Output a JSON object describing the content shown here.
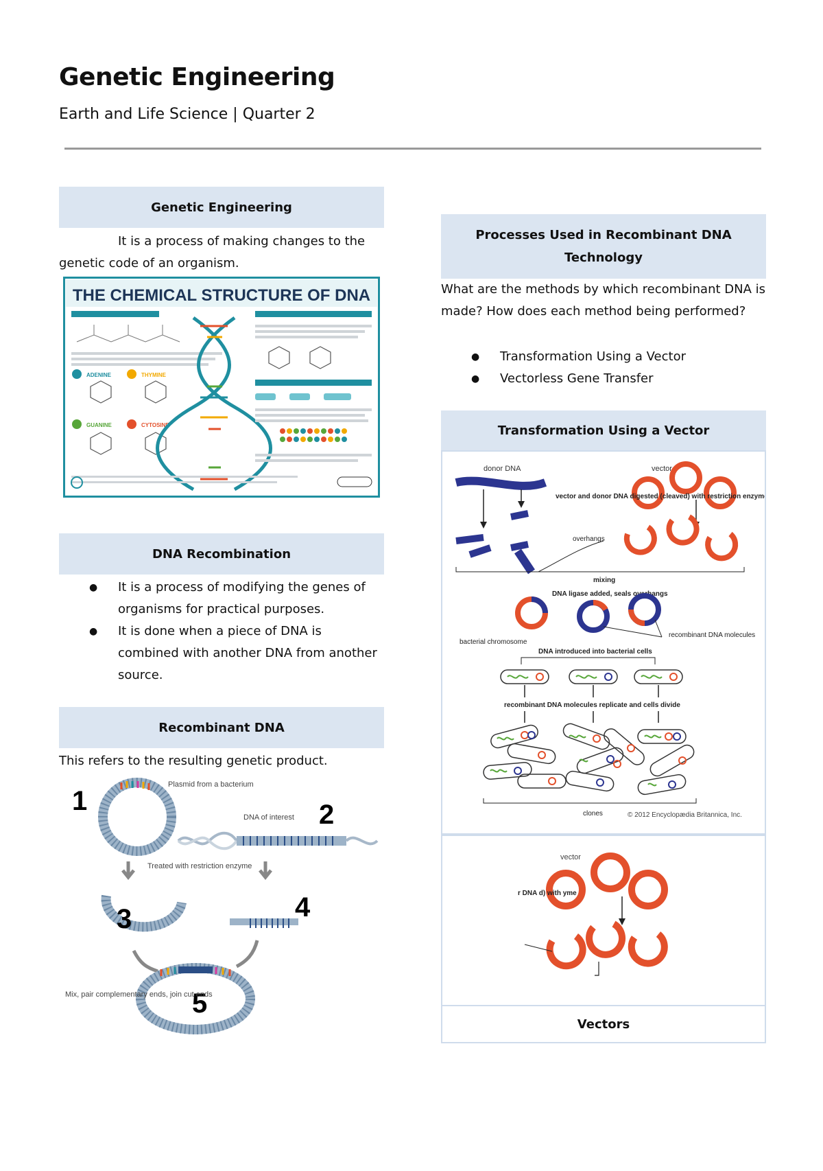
{
  "header": {
    "title": "Genetic Engineering",
    "subtitle": "Earth and Life Science | Quarter 2"
  },
  "left": {
    "genetic_engineering": {
      "heading": "Genetic Engineering",
      "text": "It is a process of making changes to the genetic code of an organism."
    },
    "dna_poster": {
      "title": "THE CHEMICAL STRUCTURE OF DNA",
      "labels": [
        "ADENINE",
        "THYMINE",
        "GUANINE",
        "CYTOSINE"
      ]
    },
    "dna_recombination": {
      "heading": "DNA Recombination",
      "bullets": [
        "It is a process of modifying the genes of organisms for practical purposes.",
        "It is done when a piece of DNA is combined with another DNA from another source."
      ]
    },
    "recombinant_dna": {
      "heading": "Recombinant DNA",
      "text": "This refers to the resulting genetic product.",
      "diagram": {
        "step_numbers": [
          "1",
          "2",
          "3",
          "4",
          "5"
        ],
        "plasmid_label": "Plasmid from a bacterium",
        "dna_label": "DNA of interest",
        "enzyme_label": "Treated with restriction enzyme",
        "mix_label": "Mix, pair complementary ends, join cut ends"
      }
    }
  },
  "right": {
    "processes": {
      "heading": "Processes Used in Recombinant DNA Technology",
      "text": "What are the methods by which recombinant DNA is made? How does each method being performed?",
      "bullets": [
        "Transformation Using a Vector",
        "Vectorless Gene Transfer"
      ]
    },
    "transformation": {
      "heading": "Transformation Using a Vector",
      "diagram": {
        "donor_label": "donor DNA",
        "vector_label": "vector",
        "cut_label": "vector and donor DNA digested (cleaved) with restriction enzyme",
        "overhangs_label": "overhangs",
        "mixing_label": "mixing",
        "ligase_label": "DNA ligase added, seals overhangs",
        "recombinant_label": "recombinant DNA molecules",
        "chromosome_label": "bacterial chromosome",
        "introduced_label": "DNA introduced into bacterial cells",
        "replicate_label": "recombinant DNA molecules replicate and cells divide",
        "clones_label": "clones",
        "copyright": "© 2012 Encyclopædia Britannica, Inc."
      }
    },
    "vectors": {
      "crop_label": "vector",
      "crop_side_text": "r DNA d) with yme",
      "caption": "Vectors"
    }
  },
  "colors": {
    "header_fill": "#dbe5f1",
    "rule": "#9a9a9a",
    "vector_red": "#e3502b",
    "donor_blue": "#2c3590",
    "poster_teal": "#1f8fa0"
  }
}
